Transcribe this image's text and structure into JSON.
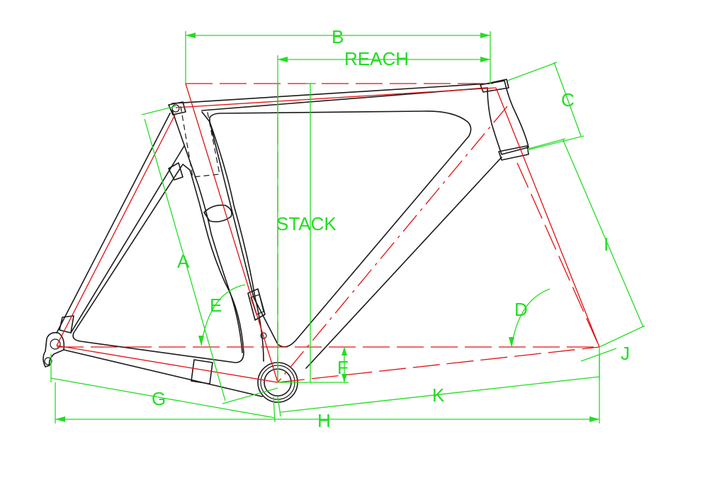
{
  "labels": {
    "b": "B",
    "reach": "REACH",
    "c": "C",
    "stack": "STACK",
    "a": "A",
    "e": "E",
    "i": "I",
    "d": "D",
    "f": "F",
    "j": "J",
    "g": "G",
    "k": "K",
    "h": "H"
  },
  "colors": {
    "frame_line": "#1a1a1a",
    "geometry_line": "#e01010",
    "dimension_line": "#22dd22",
    "background": "#ffffff"
  }
}
